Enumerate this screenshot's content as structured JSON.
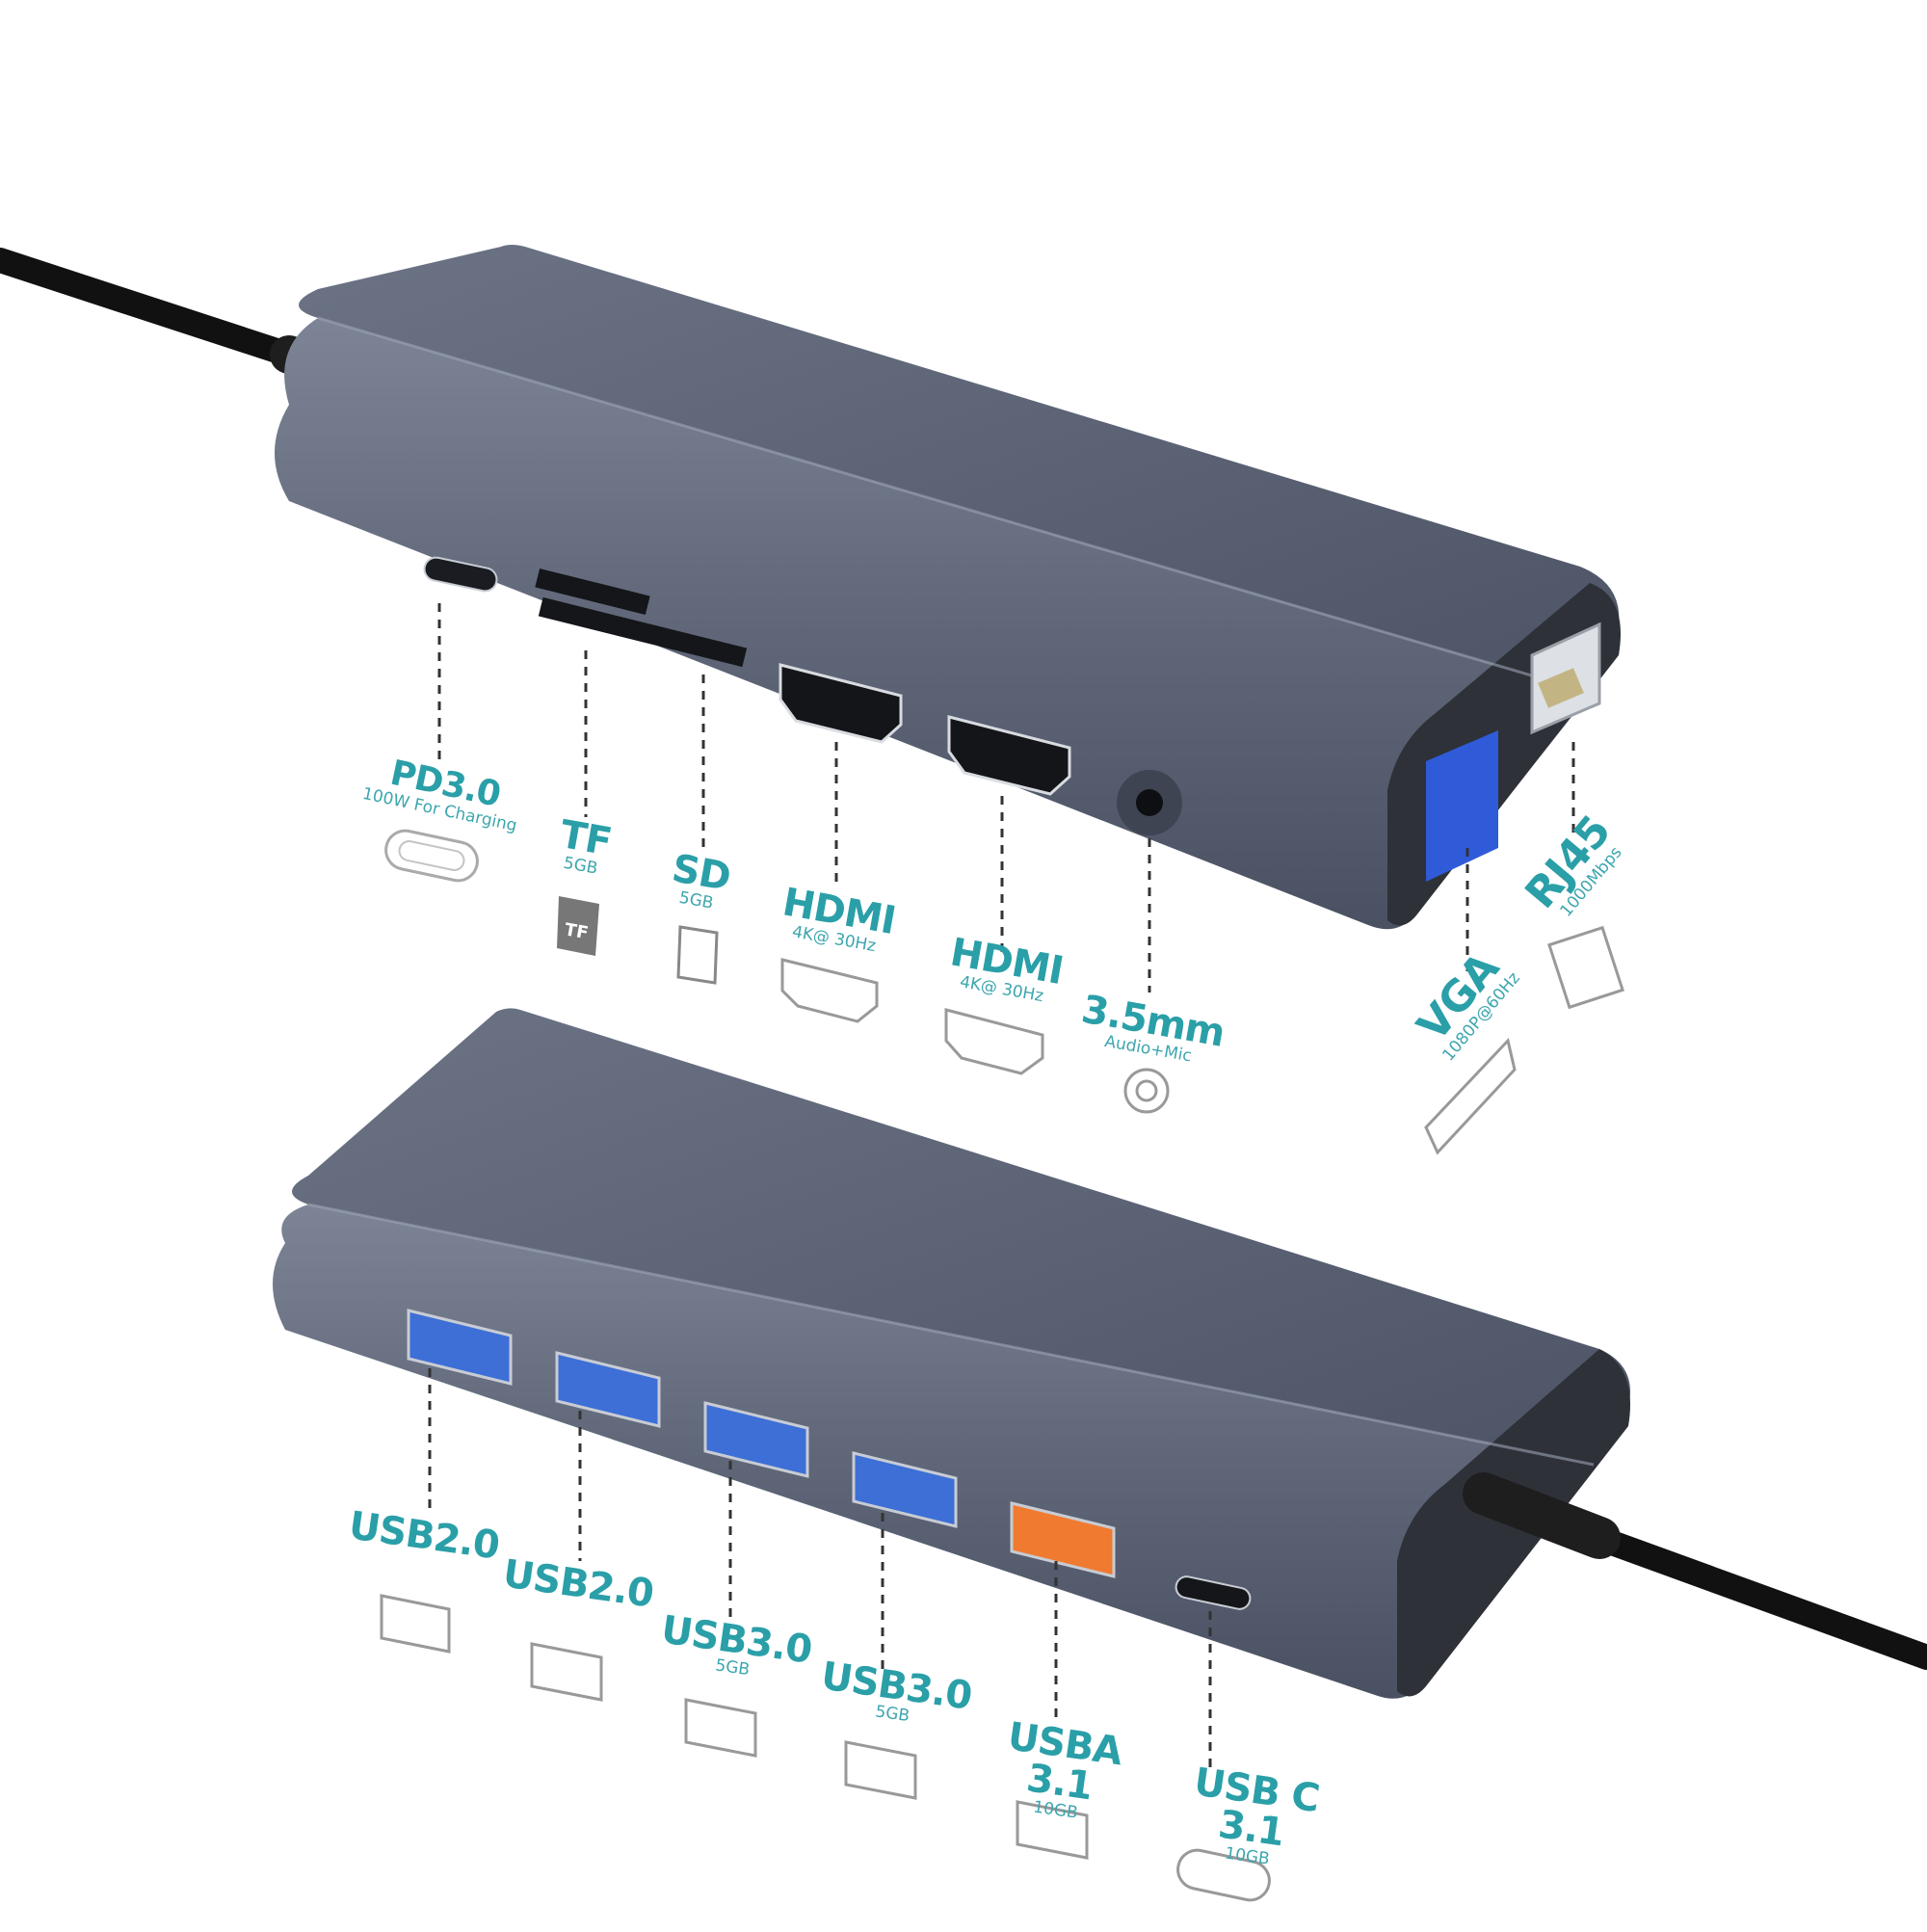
{
  "colors": {
    "accent_teal": "#2a9fa8",
    "hub_body": "#5a6375",
    "usb30_blue": "#3d6fd6",
    "usb31_orange": "#f07a30",
    "vga_blue": "#2f5bd8",
    "cable": "#151515"
  },
  "top_ports": [
    {
      "main": "PD3.0",
      "sub": "100W For Charging",
      "icon": "usb-c-port-icon"
    },
    {
      "main": "TF",
      "sub": "5GB",
      "icon": "tf-card-icon"
    },
    {
      "main": "SD",
      "sub": "5GB",
      "icon": "sd-card-icon"
    },
    {
      "main": "HDMI",
      "sub": "4K@ 30Hz",
      "icon": "hdmi-port-icon"
    },
    {
      "main": "HDMI",
      "sub": "4K@ 30Hz",
      "icon": "hdmi-port-icon"
    },
    {
      "main": "3.5mm",
      "sub": "Audio+Mic",
      "icon": "audio-jack-icon"
    },
    {
      "main": "VGA",
      "sub": "1080P@60Hz",
      "icon": "vga-port-icon"
    },
    {
      "main": "RJ45",
      "sub": "1000Mbps",
      "icon": "ethernet-port-icon"
    }
  ],
  "bottom_ports": [
    {
      "main": "USB2.0",
      "sub": "",
      "icon": "usb-a-port-icon"
    },
    {
      "main": "USB2.0",
      "sub": "",
      "icon": "usb-a-port-icon"
    },
    {
      "main": "USB3.0",
      "sub": "5GB",
      "icon": "usb-a-port-icon"
    },
    {
      "main": "USB3.0",
      "sub": "5GB",
      "icon": "usb-a-port-icon"
    },
    {
      "main": "USBA 3.1",
      "sub": "10GB",
      "icon": "usb-a-port-icon"
    },
    {
      "main": "USB C 3.1",
      "sub": "10GB",
      "icon": "usb-c-port-icon"
    }
  ],
  "tf_icon_text": "TF"
}
